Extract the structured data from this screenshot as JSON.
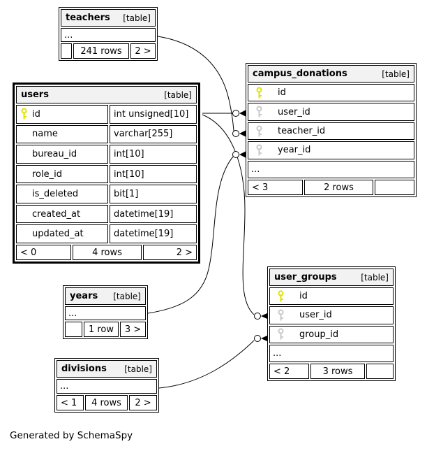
{
  "caption": "Generated by SchemaSpy",
  "colors": {
    "header_bg": "#f2f2f2",
    "primary_key": "#e1e100",
    "foreign_key": "#c9c9c9",
    "line": "#000000"
  },
  "tables": {
    "teachers": {
      "name": "teachers",
      "tag": "[table]",
      "ellipsis": "...",
      "footer": {
        "left": "",
        "center": "241 rows",
        "right": "2 >"
      }
    },
    "users": {
      "name": "users",
      "tag": "[table]",
      "columns": [
        {
          "name": "id",
          "type": "int unsigned[10]",
          "key": "primary"
        },
        {
          "name": "name",
          "type": "varchar[255]",
          "key": ""
        },
        {
          "name": "bureau_id",
          "type": "int[10]",
          "key": ""
        },
        {
          "name": "role_id",
          "type": "int[10]",
          "key": ""
        },
        {
          "name": "is_deleted",
          "type": "bit[1]",
          "key": ""
        },
        {
          "name": "created_at",
          "type": "datetime[19]",
          "key": ""
        },
        {
          "name": "updated_at",
          "type": "datetime[19]",
          "key": ""
        }
      ],
      "footer": {
        "left": "< 0",
        "center": "4 rows",
        "right": "2 >"
      }
    },
    "campus_donations": {
      "name": "campus_donations",
      "tag": "[table]",
      "ellipsis": "...",
      "columns": [
        {
          "name": "id",
          "key": "primary"
        },
        {
          "name": "user_id",
          "key": "foreign"
        },
        {
          "name": "teacher_id",
          "key": "foreign"
        },
        {
          "name": "year_id",
          "key": "foreign"
        }
      ],
      "footer": {
        "left": "< 3",
        "center": "2 rows",
        "right": ""
      }
    },
    "user_groups": {
      "name": "user_groups",
      "tag": "[table]",
      "ellipsis": "...",
      "columns": [
        {
          "name": "id",
          "key": "primary"
        },
        {
          "name": "user_id",
          "key": "foreign"
        },
        {
          "name": "group_id",
          "key": "foreign"
        }
      ],
      "footer": {
        "left": "< 2",
        "center": "3 rows",
        "right": ""
      }
    },
    "years": {
      "name": "years",
      "tag": "[table]",
      "ellipsis": "...",
      "footer": {
        "left": "",
        "center": "1 row",
        "right": "3 >"
      }
    },
    "divisions": {
      "name": "divisions",
      "tag": "[table]",
      "ellipsis": "...",
      "footer": {
        "left": "< 1",
        "center": "4 rows",
        "right": "2 >"
      }
    }
  },
  "relationships": [
    {
      "from": "teachers",
      "to": "campus_donations.teacher_id"
    },
    {
      "from": "users.id",
      "to": "campus_donations.user_id"
    },
    {
      "from": "users.id",
      "to": "user_groups.user_id"
    },
    {
      "from": "years",
      "to": "campus_donations.year_id"
    },
    {
      "from": "divisions",
      "to": "user_groups.group_id"
    }
  ]
}
